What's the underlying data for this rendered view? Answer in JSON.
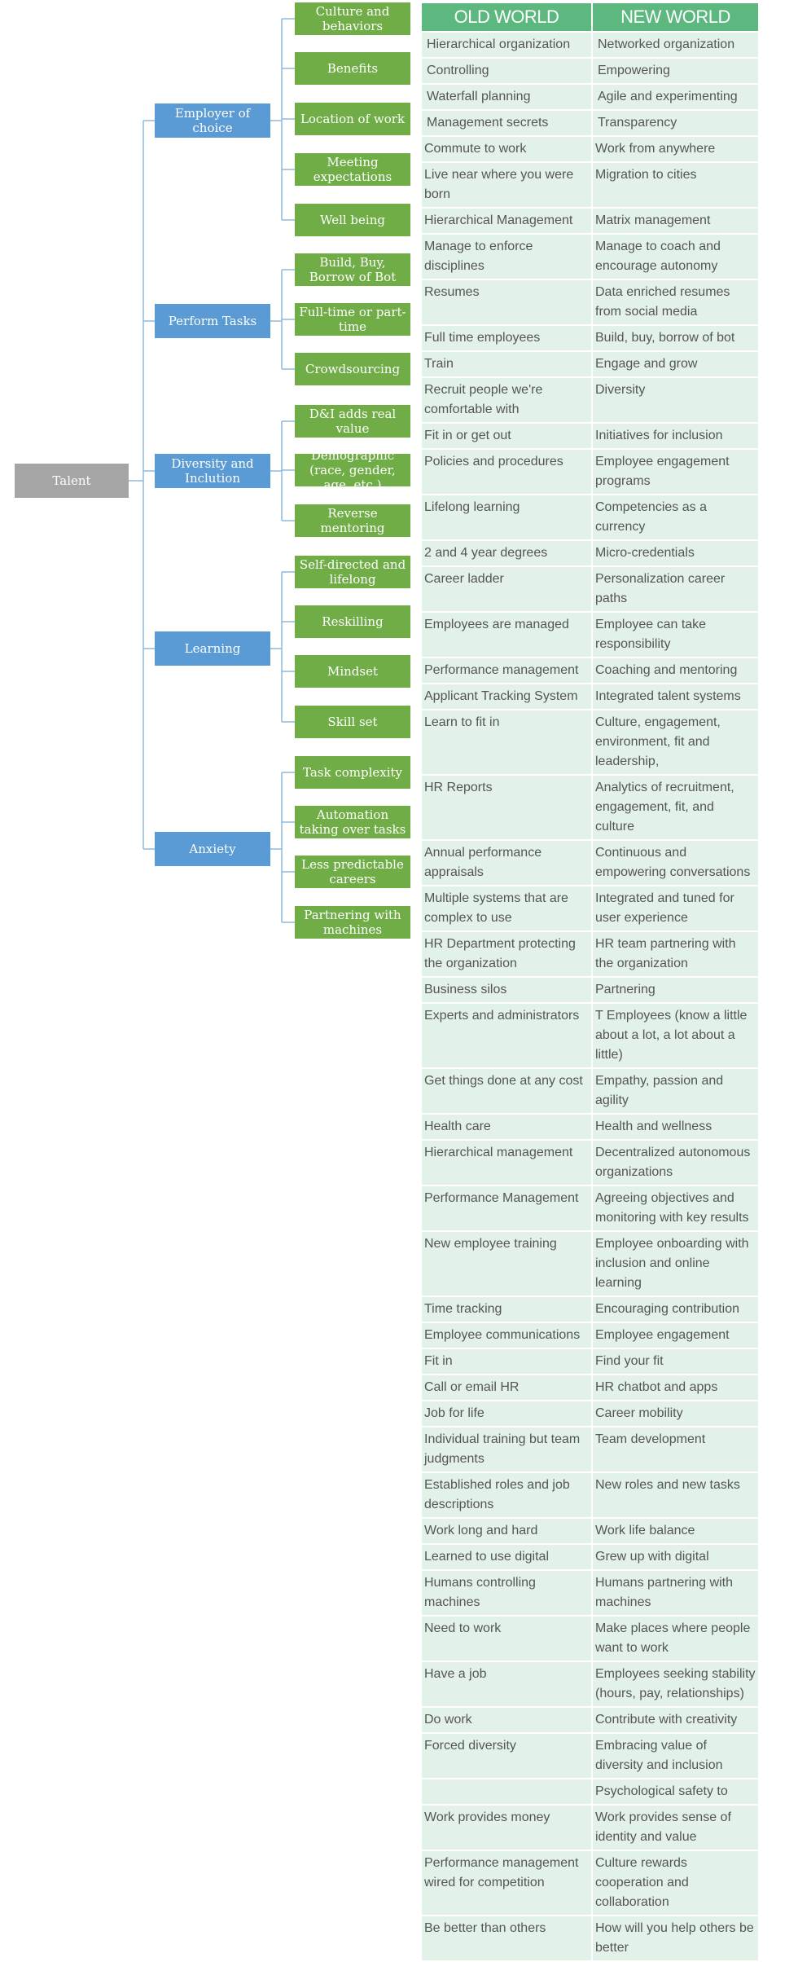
{
  "tree": {
    "root": "Talent",
    "groups": [
      {
        "label": "Employer of choice",
        "children": [
          "Culture and behaviors",
          "Benefits",
          "Location of work",
          "Meeting expectations",
          "Well being"
        ]
      },
      {
        "label": "Perform Tasks",
        "children": [
          "Build, Buy, Borrow of Bot",
          "Full-time or part-time",
          "Crowdsourcing"
        ]
      },
      {
        "label": "Diversity and Inclution",
        "children": [
          "D&I adds real value",
          "Demographic (race, gender, age, etc.)",
          "Reverse mentoring"
        ]
      },
      {
        "label": "Learning",
        "children": [
          "Self-directed and lifelong",
          "Reskilling",
          "Mindset",
          "Skill set"
        ]
      },
      {
        "label": "Anxiety",
        "children": [
          "Task complexity",
          "Automation taking over tasks",
          "Less predictable careers",
          "Partnering with machines"
        ]
      }
    ]
  },
  "table": {
    "headers": [
      "OLD WORLD",
      "NEW WORLD"
    ],
    "rows": [
      [
        "Hierarchical organization",
        "Networked organization"
      ],
      [
        "Controlling",
        "Empowering"
      ],
      [
        "Waterfall planning",
        "Agile and experimenting"
      ],
      [
        "Management secrets",
        "Transparency"
      ],
      [
        "Commute to work",
        "Work from anywhere"
      ],
      [
        "Live near where you were born",
        "Migration to cities"
      ],
      [
        "Hierarchical Management",
        "Matrix management"
      ],
      [
        "Manage to enforce disciplines",
        "Manage to coach and encourage autonomy"
      ],
      [
        "Resumes",
        "Data enriched resumes from social media"
      ],
      [
        "Full time employees",
        "Build, buy, borrow of bot"
      ],
      [
        "Train",
        "Engage and grow"
      ],
      [
        "Recruit people we're comfortable with",
        "Diversity"
      ],
      [
        "Fit in or get out",
        "Initiatives for inclusion"
      ],
      [
        "Policies and procedures",
        "Employee engagement programs"
      ],
      [
        "Lifelong learning",
        "Competencies as a currency"
      ],
      [
        "2 and 4 year degrees",
        "Micro-credentials"
      ],
      [
        "Career ladder",
        "Personalization career paths"
      ],
      [
        "Employees are managed",
        "Employee can take responsibility"
      ],
      [
        "Performance management",
        "Coaching and mentoring"
      ],
      [
        "Applicant Tracking System",
        "Integrated talent systems"
      ],
      [
        "Learn to fit in",
        "Culture, engagement, environment, fit and leadership,"
      ],
      [
        "HR Reports",
        "Analytics of recruitment, engagement, fit, and culture"
      ],
      [
        "Annual performance appraisals",
        "Continuous and empowering conversations"
      ],
      [
        "Multiple systems that are complex to use",
        "Integrated and tuned for user experience"
      ],
      [
        "HR Department protecting the organization",
        "HR team partnering with the organization"
      ],
      [
        "Business silos",
        "Partnering"
      ],
      [
        "Experts and administrators",
        "T Employees (know a little about a lot, a lot about a little)"
      ],
      [
        "Get things done at any cost",
        "Empathy, passion and agility"
      ],
      [
        "Health care",
        "Health and wellness"
      ],
      [
        "Hierarchical management",
        "Decentralized autonomous organizations"
      ],
      [
        "Performance Management",
        "Agreeing objectives and monitoring with key results"
      ],
      [
        "New employee training",
        "Employee onboarding with inclusion and online learning"
      ],
      [
        "Time tracking",
        "Encouraging contribution"
      ],
      [
        "Employee communications",
        "Employee engagement"
      ],
      [
        "Fit in",
        "Find your fit"
      ],
      [
        "Call or email HR",
        "HR chatbot and apps"
      ],
      [
        "Job for life",
        "Career mobility"
      ],
      [
        "Individual training but team judgments",
        "Team development"
      ],
      [
        "Established roles and job descriptions",
        "New roles and new tasks"
      ],
      [
        "Work long and hard",
        "Work life balance"
      ],
      [
        "Learned to use digital",
        "Grew up with digital"
      ],
      [
        "Humans controlling machines",
        "Humans partnering with machines"
      ],
      [
        "Need to work",
        "Make places where people want to work"
      ],
      [
        "Have a job",
        "Employees seeking stability (hours, pay, relationships)"
      ],
      [
        "Do work",
        "Contribute with creativity"
      ],
      [
        "Forced diversity",
        "Embracing value of diversity and inclusion"
      ],
      [
        "",
        "Psychological safety to"
      ],
      [
        "Work provides money",
        "Work provides sense of identity and value"
      ],
      [
        "Performance management wired for competition",
        "Culture rewards cooperation and collaboration"
      ],
      [
        "Be better than others",
        "How will you help others be better"
      ]
    ]
  }
}
